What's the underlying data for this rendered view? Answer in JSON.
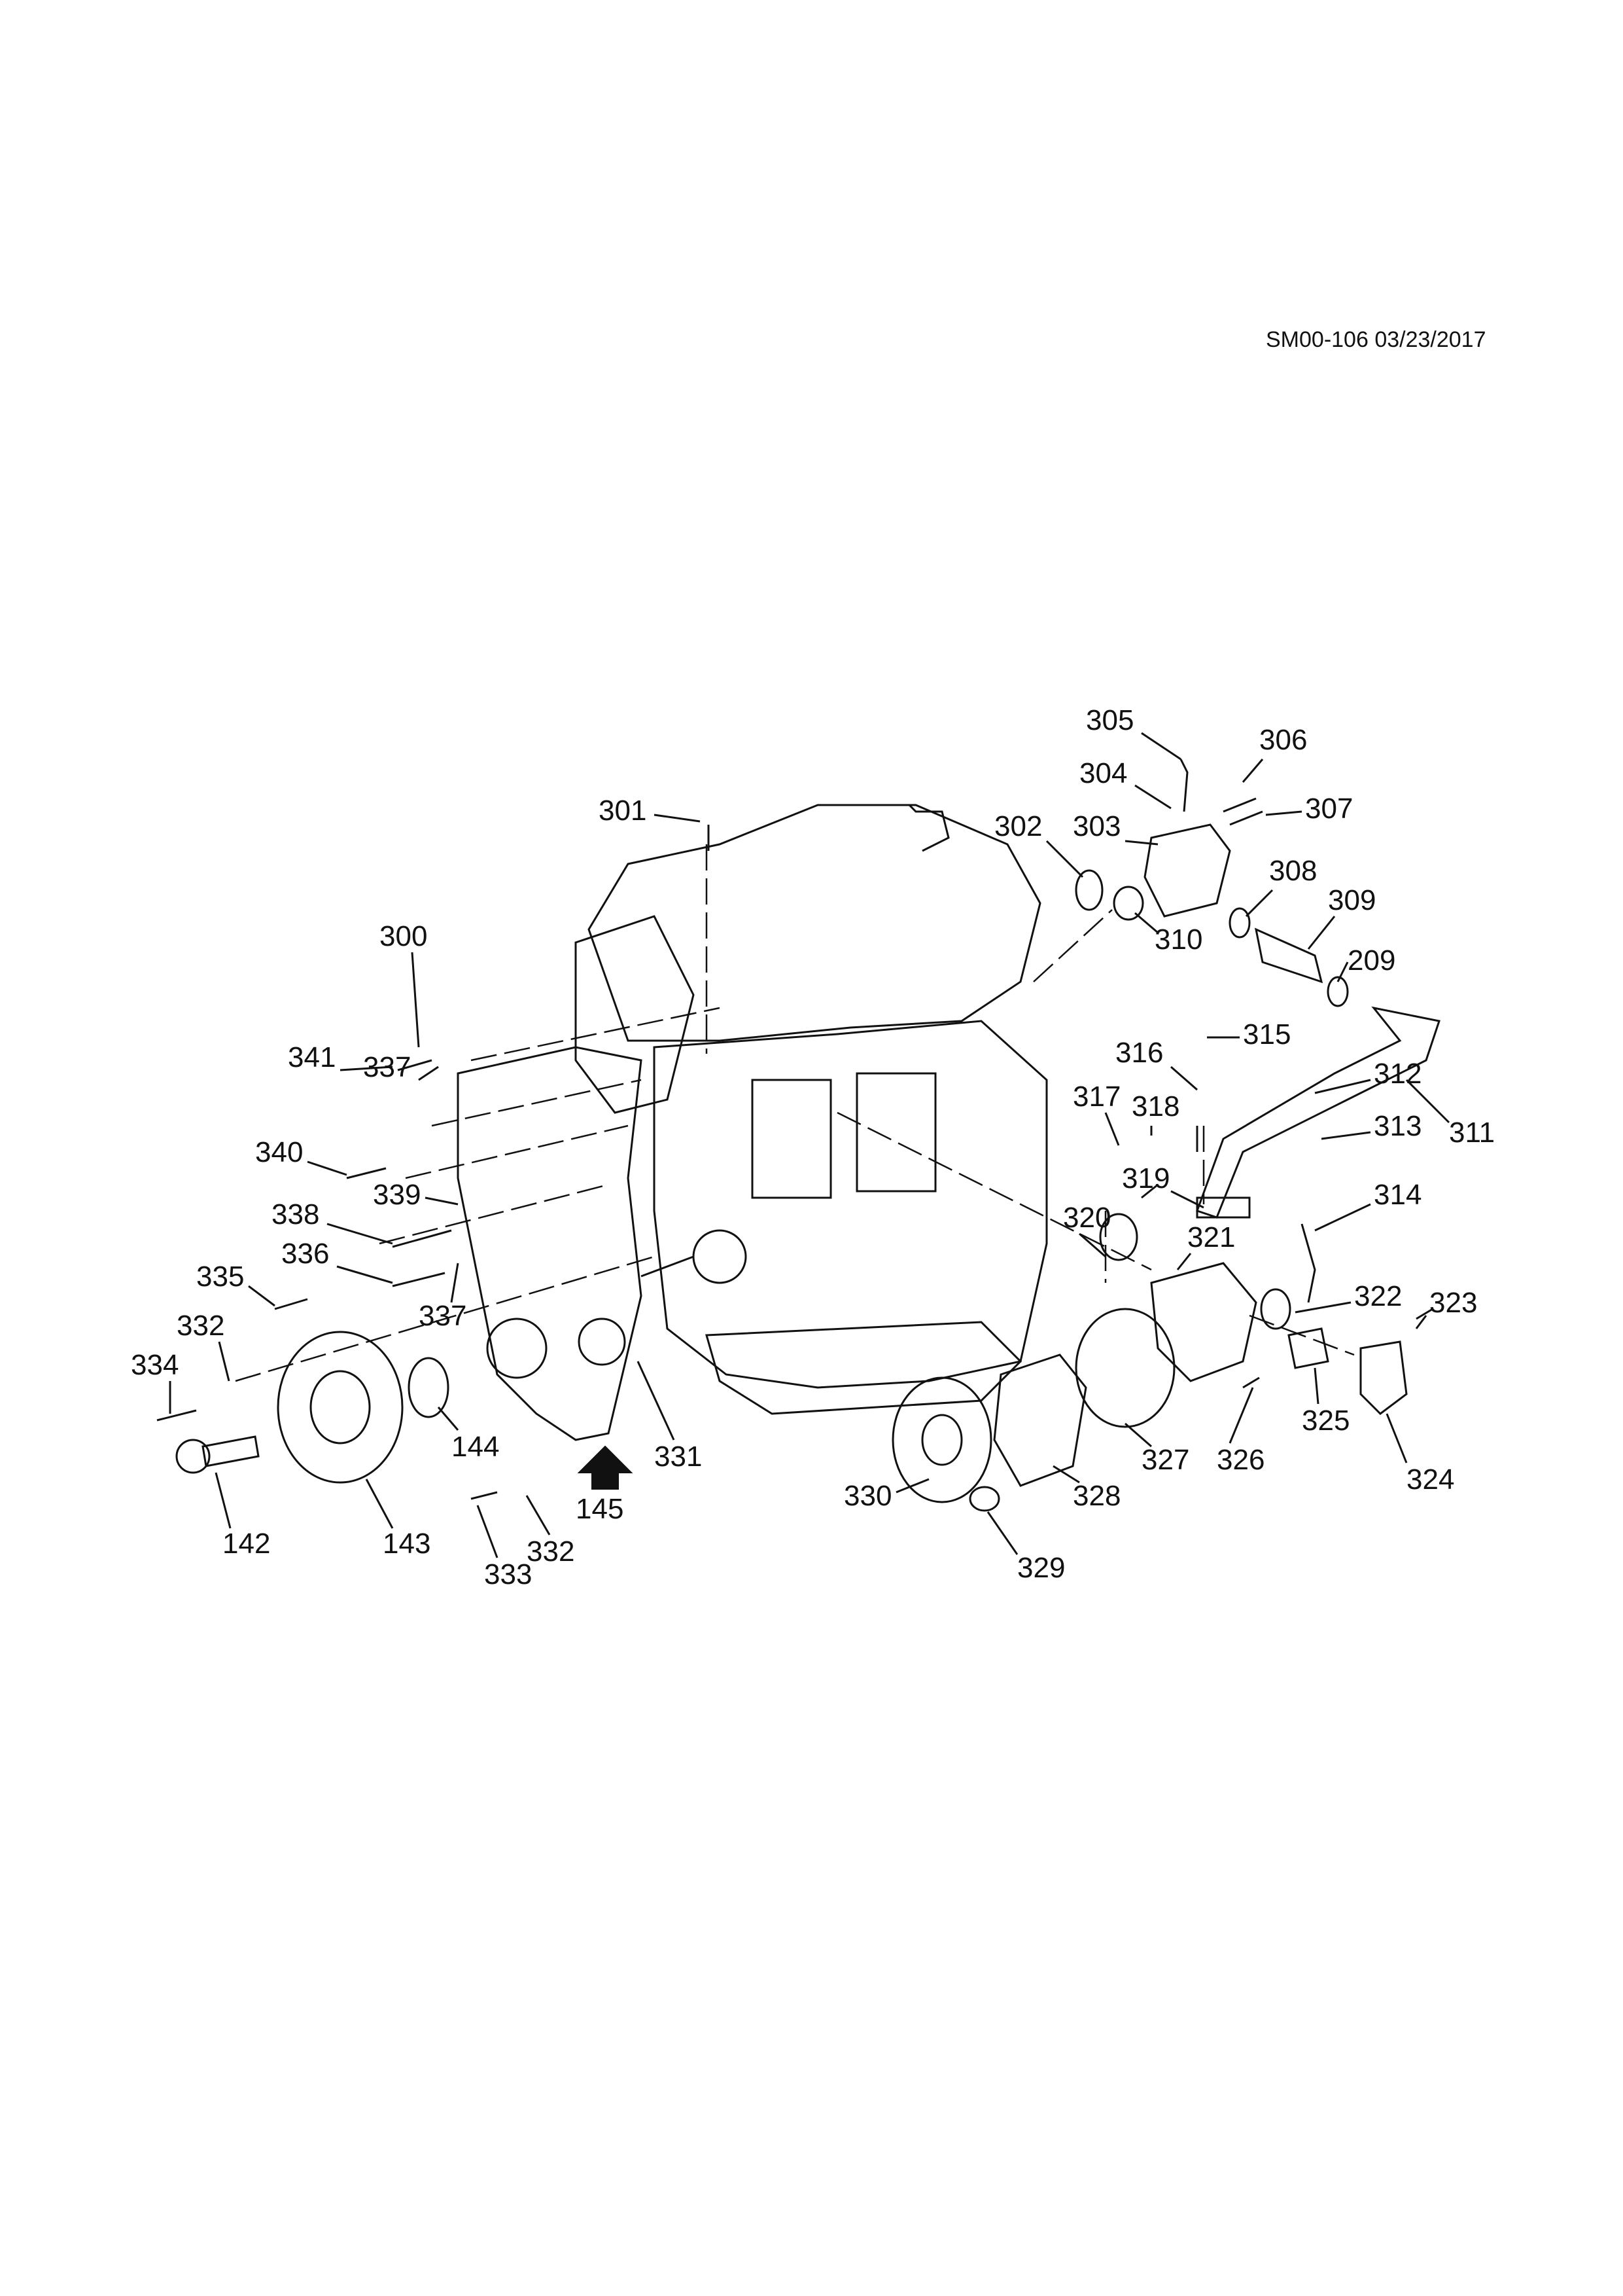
{
  "diagram_id": "SM00-106 03/23/2017",
  "callouts": [
    {
      "id": "142",
      "label": "142"
    },
    {
      "id": "143",
      "label": "143"
    },
    {
      "id": "144",
      "label": "144"
    },
    {
      "id": "145",
      "label": "145"
    },
    {
      "id": "209",
      "label": "209"
    },
    {
      "id": "300",
      "label": "300"
    },
    {
      "id": "301",
      "label": "301"
    },
    {
      "id": "302",
      "label": "302"
    },
    {
      "id": "303",
      "label": "303"
    },
    {
      "id": "304",
      "label": "304"
    },
    {
      "id": "305",
      "label": "305"
    },
    {
      "id": "306",
      "label": "306"
    },
    {
      "id": "307",
      "label": "307"
    },
    {
      "id": "308",
      "label": "308"
    },
    {
      "id": "309",
      "label": "309"
    },
    {
      "id": "310",
      "label": "310"
    },
    {
      "id": "311",
      "label": "311"
    },
    {
      "id": "312",
      "label": "312"
    },
    {
      "id": "313",
      "label": "313"
    },
    {
      "id": "314",
      "label": "314"
    },
    {
      "id": "315",
      "label": "315"
    },
    {
      "id": "316",
      "label": "316"
    },
    {
      "id": "317",
      "label": "317"
    },
    {
      "id": "318",
      "label": "318"
    },
    {
      "id": "319",
      "label": "319"
    },
    {
      "id": "320",
      "label": "320"
    },
    {
      "id": "321",
      "label": "321"
    },
    {
      "id": "322",
      "label": "322"
    },
    {
      "id": "323",
      "label": "323"
    },
    {
      "id": "324",
      "label": "324"
    },
    {
      "id": "325",
      "label": "325"
    },
    {
      "id": "326",
      "label": "326"
    },
    {
      "id": "327",
      "label": "327"
    },
    {
      "id": "328",
      "label": "328"
    },
    {
      "id": "329",
      "label": "329"
    },
    {
      "id": "330",
      "label": "330"
    },
    {
      "id": "331",
      "label": "331"
    },
    {
      "id": "332a",
      "label": "332"
    },
    {
      "id": "332b",
      "label": "332"
    },
    {
      "id": "333",
      "label": "333"
    },
    {
      "id": "334",
      "label": "334"
    },
    {
      "id": "335",
      "label": "335"
    },
    {
      "id": "336",
      "label": "336"
    },
    {
      "id": "337a",
      "label": "337"
    },
    {
      "id": "337b",
      "label": "337"
    },
    {
      "id": "338",
      "label": "338"
    },
    {
      "id": "339",
      "label": "339"
    },
    {
      "id": "340",
      "label": "340"
    },
    {
      "id": "341",
      "label": "341"
    }
  ]
}
